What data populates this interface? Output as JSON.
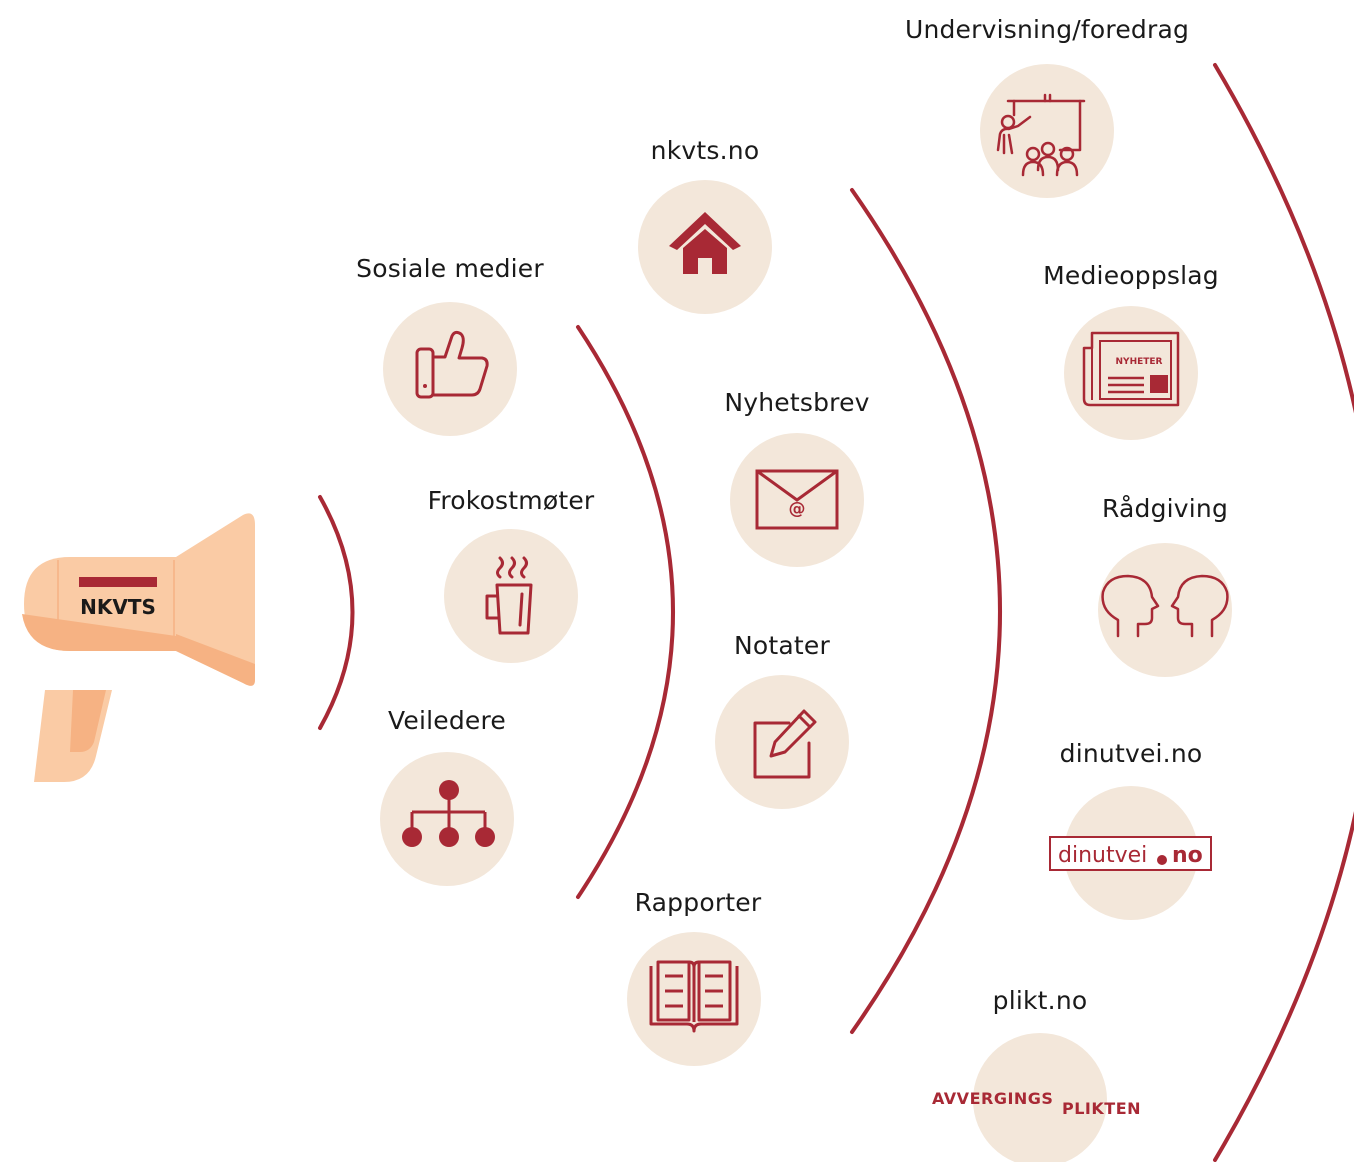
{
  "colors": {
    "accent": "#a82935",
    "circle": "#f3e7da",
    "megaphone": "#facba5",
    "megaphone_dark": "#f6b283"
  },
  "megaphone": {
    "brand": "NKVTS"
  },
  "channels": [
    {
      "id": "sosiale-medier",
      "label": "Sosiale medier",
      "icon": "thumbs-up-icon"
    },
    {
      "id": "frokostmoter",
      "label": "Frokostmøter",
      "icon": "coffee-cup-icon"
    },
    {
      "id": "veiledere",
      "label": "Veiledere",
      "icon": "hierarchy-icon"
    },
    {
      "id": "nkvts-no",
      "label": "nkvts.no",
      "icon": "home-icon"
    },
    {
      "id": "nyhetsbrev",
      "label": "Nyhetsbrev",
      "icon": "envelope-icon"
    },
    {
      "id": "notater",
      "label": "Notater",
      "icon": "edit-note-icon"
    },
    {
      "id": "rapporter",
      "label": "Rapporter",
      "icon": "open-book-icon"
    },
    {
      "id": "undervisning",
      "label": "Undervisning/foredrag",
      "icon": "presentation-icon"
    },
    {
      "id": "medieoppslag",
      "label": "Medieoppslag",
      "icon": "newspaper-icon",
      "icon_text": "NYHETER"
    },
    {
      "id": "radgiving",
      "label": "Rådgiving",
      "icon": "conversation-heads-icon"
    },
    {
      "id": "dinutvei",
      "label": "dinutvei.no",
      "icon": "dinutvei-logo-icon",
      "logo_parts": [
        "dinutvei",
        "no"
      ]
    },
    {
      "id": "plikt",
      "label": "plikt.no",
      "icon": "avvergingsplikten-logo-icon",
      "logo_parts": [
        "AVVERGINGS",
        "PLIKTEN"
      ]
    }
  ]
}
